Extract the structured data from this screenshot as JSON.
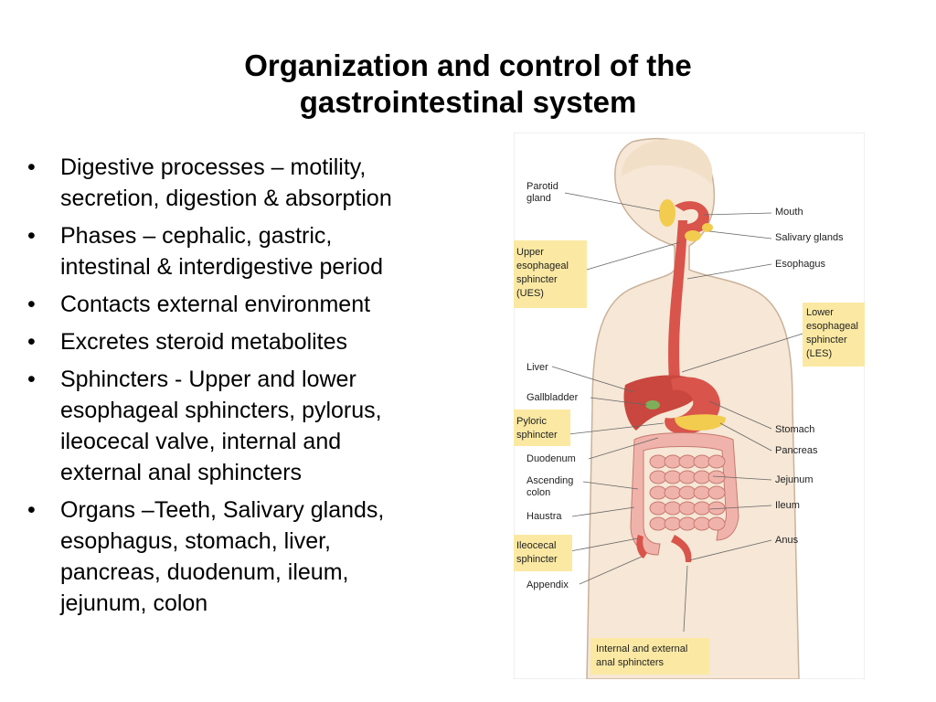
{
  "title": {
    "line1": "Organization and control of the",
    "line2": "gastrointestinal system"
  },
  "bullets": [
    {
      "lines": [
        "Digestive processes – motility,",
        "secretion, digestion & absorption"
      ]
    },
    {
      "lines": [
        "Phases – cephalic, gastric,",
        "intestinal & interdigestive period"
      ]
    },
    {
      "lines": [
        "Contacts external environment"
      ]
    },
    {
      "lines": [
        "Excretes steroid metabolites"
      ]
    },
    {
      "lines": [
        "Sphincters  - Upper and lower",
        "esophageal sphincters, pylorus,",
        "ileocecal valve, internal and",
        "external anal sphincters"
      ]
    },
    {
      "lines": [
        "Organs –Teeth, Salivary glands,",
        "esophagus, stomach, liver,",
        "pancreas, duodenum, ileum,",
        "jejunum, colon"
      ]
    }
  ],
  "figure": {
    "labels": {
      "parotid": [
        "Parotid",
        "gland"
      ],
      "mouth": "Mouth",
      "salivary": "Salivary glands",
      "esophagus": "Esophagus",
      "ues": [
        "Upper",
        "esophageal",
        "sphincter",
        "(UES)"
      ],
      "les": [
        "Lower",
        "esophageal",
        "sphincter",
        "(LES)"
      ],
      "liver": "Liver",
      "gallbladder": "Gallbladder",
      "pyloric": [
        "Pyloric",
        "sphincter"
      ],
      "stomach": "Stomach",
      "pancreas": "Pancreas",
      "duodenum": "Duodenum",
      "ascending": [
        "Ascending",
        "colon"
      ],
      "jejunum": "Jejunum",
      "haustra": "Haustra",
      "ileum": "Ileum",
      "anus": "Anus",
      "ileocecal": [
        "Ileocecal",
        "sphincter"
      ],
      "appendix": "Appendix",
      "anal": [
        "Internal and external",
        "anal sphincters"
      ]
    },
    "colors": {
      "skin": "#f6e7d6",
      "organ_red": "#d9544b",
      "liver": "#c9473f",
      "intestine": "#f0b3ab",
      "gland_yellow": "#f2cc4e",
      "label_box": "#fbe9a3"
    }
  }
}
